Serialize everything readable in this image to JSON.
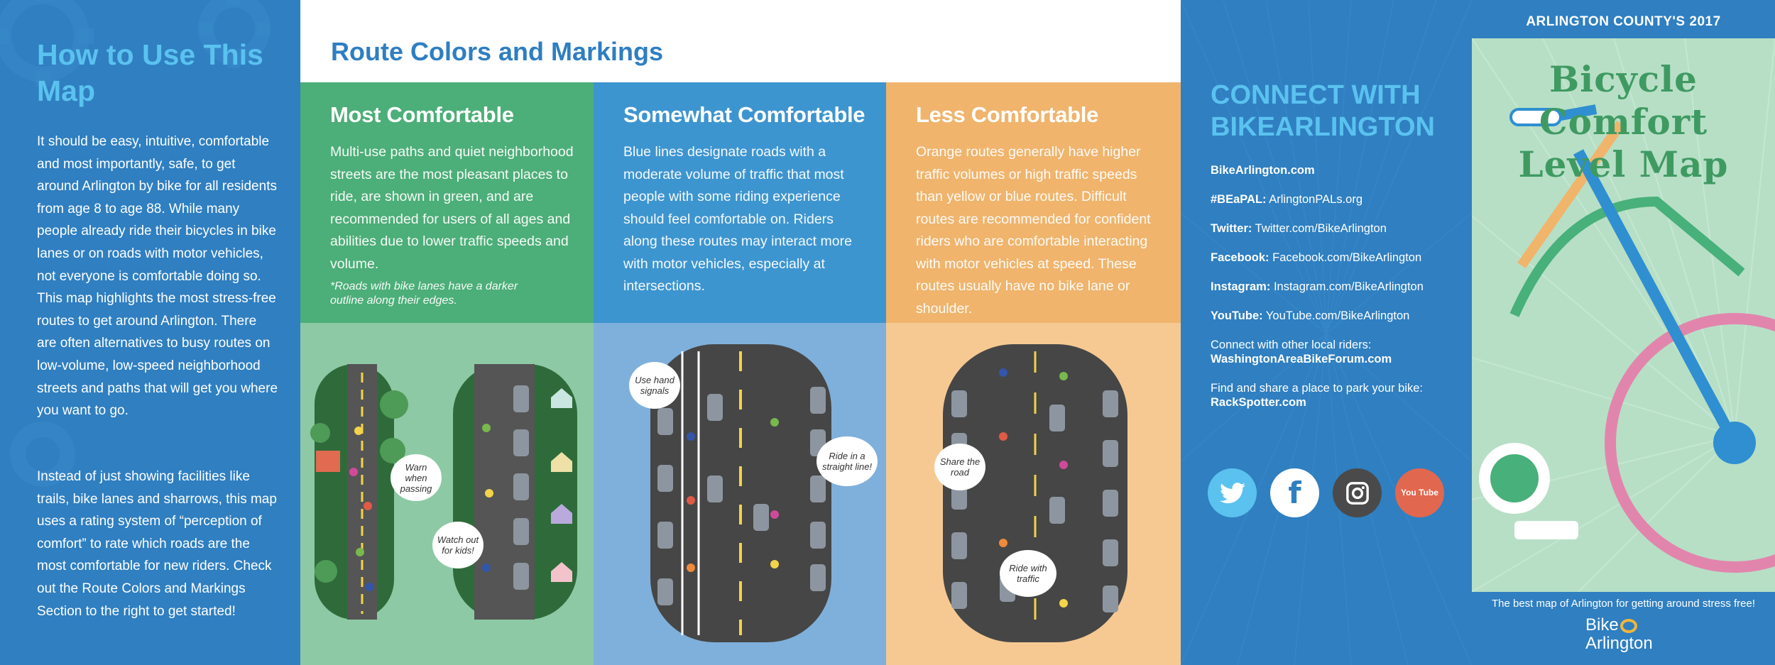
{
  "left": {
    "title": "How to Use This Map",
    "paragraph1": "It should be easy, intuitive, comfortable and most importantly, safe, to get around Arlington by bike for all residents from age 8 to age 88. While many people already ride their bicycles in bike lanes or on roads with motor vehicles, not everyone is comfortable doing so. This map highlights the most stress-free routes to get around Arlington. There are often alternatives to busy routes on low-volume, low-speed neighborhood streets and paths that will get you where you want to go.",
    "paragraph2": "Instead of just showing facilities like trails, bike lanes and sharrows, this map uses a rating system of “perception of comfort” to rate which roads are the most comfortable for new riders. Check out the Route Colors and Markings Section to the right to get started!"
  },
  "routes": {
    "title": "Route Colors and Markings",
    "most": {
      "heading": "Most Comfortable",
      "body": "Multi-use paths and quiet neighborhood streets are the most pleasant places to ride, are shown in green, and are recommended for users of all ages and abilities due to lower traffic speeds and volume.",
      "note": "*Roads with bike lanes have a darker outline along their edges.",
      "bubbles": [
        "Warn when passing",
        "Watch out for kids!"
      ]
    },
    "somewhat": {
      "heading": "Somewhat Comfortable",
      "body": "Blue lines designate roads with a moderate volume of traffic that most people with some riding experience should feel comfortable on. Riders along these routes may interact more with motor vehicles, especially at intersections.",
      "bubbles": [
        "Use hand signals",
        "Ride in a straight line!"
      ]
    },
    "less": {
      "heading": "Less Comfortable",
      "body": "Orange routes generally have higher traffic volumes or high traffic speeds than yellow or blue routes. Difficult routes are recommended for confident riders who are comfortable interacting with motor vehicles at speed.  These routes usually have no bike lane or shoulder.",
      "bubbles": [
        "Share the road",
        "Ride with traffic"
      ]
    }
  },
  "connect": {
    "title": "CONNECT WITH BIKEARLINGTON",
    "site": "BikeArlington.com",
    "beapal_label": "#BEaPAL:",
    "beapal_value": "ArlingtonPALs.org",
    "twitter_label": "Twitter:",
    "twitter_value": "Twitter.com/BikeArlington",
    "facebook_label": "Facebook:",
    "facebook_value": "Facebook.com/BikeArlington",
    "instagram_label": "Instagram:",
    "instagram_value": "Instagram.com/BikeArlington",
    "youtube_label": "YouTube:",
    "youtube_value": "YouTube.com/BikeArlington",
    "riders_text": "Connect with other local riders:",
    "riders_link": "WashingtonAreaBikeForum.com",
    "park_text": "Find and share a place to park your bike:",
    "park_link": "RackSpotter.com",
    "social_colors": {
      "twitter": "#5bc2ef",
      "facebook": "#ffffff",
      "instagram": "#4a4a4a",
      "youtube": "#e2674f"
    },
    "youtube_icon_text": "You Tube"
  },
  "cover": {
    "kicker": "ARLINGTON COUNTY'S 2017",
    "title_line1": "Bicycle Comfort",
    "title_line2": "Level Map",
    "caption": "The best map of Arlington for getting around stress free!",
    "logo_line1": "Bike",
    "logo_line2": "Arlington"
  },
  "colors": {
    "green": "#4cae78",
    "blue": "#3d95d0",
    "orange": "#f0b46c",
    "title_blue": "#2e7ec2",
    "light_blue": "#5bc2ef"
  }
}
